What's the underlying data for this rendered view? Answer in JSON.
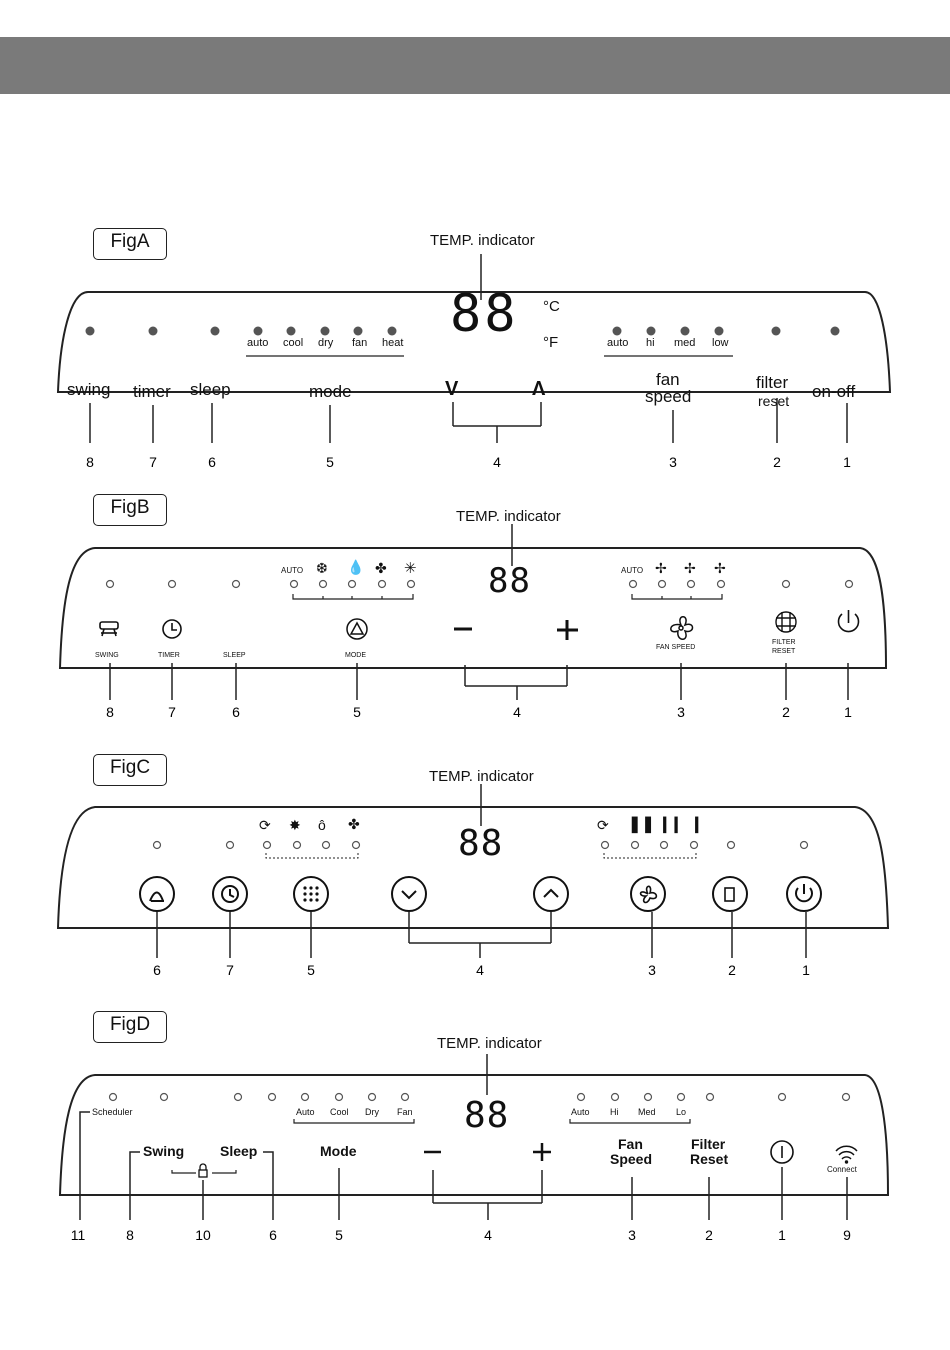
{
  "temp_indicator": "TEMP. indicator",
  "digits": "88",
  "figA": {
    "label": "FigA",
    "units": [
      "°C",
      "°F"
    ],
    "mode_leds": [
      "auto",
      "cool",
      "dry",
      "fan",
      "heat"
    ],
    "fan_leds": [
      "auto",
      "hi",
      "med",
      "low"
    ],
    "buttons": {
      "swing": "swing",
      "timer": "timer",
      "sleep": "sleep",
      "mode": "mode",
      "temp_down": "V",
      "temp_up": "Λ",
      "fan_1": "fan",
      "fan_2": "speed",
      "filter_1": "filter",
      "filter_2": "reset",
      "onoff": "on-off"
    },
    "numbers": [
      "8",
      "7",
      "6",
      "5",
      "4",
      "3",
      "2",
      "1"
    ]
  },
  "figB": {
    "label": "FigB",
    "mode_auto": "AUTO",
    "fan_auto": "AUTO",
    "mode_icons": [
      "snowflake-icon",
      "drop-icon",
      "fan-icon",
      "sun-icon"
    ],
    "fan_icons": [
      "fan-high-icon",
      "fan-medium-icon",
      "fan-low-icon"
    ],
    "button_labels": {
      "swing": "SWING",
      "timer": "TIMER",
      "sleep": "SLEEP",
      "mode": "MODE",
      "fan_speed": "FAN SPEED",
      "filter_1": "FILTER",
      "filter_2": "RESET"
    },
    "numbers": [
      "8",
      "7",
      "6",
      "5",
      "4",
      "3",
      "2",
      "1"
    ]
  },
  "figC": {
    "label": "FigC",
    "mode_icons": [
      "auto-cycle-icon",
      "sun-icon",
      "drop-icon",
      "fan-icon"
    ],
    "fan_icons": [
      "auto-cycle-icon",
      "three-bars-icon",
      "two-bars-icon",
      "one-bar-icon"
    ],
    "numbers": [
      "6",
      "7",
      "5",
      "4",
      "3",
      "2",
      "1"
    ]
  },
  "figD": {
    "label": "FigD",
    "scheduler": "Scheduler",
    "mode_leds": [
      "Auto",
      "Cool",
      "Dry",
      "Fan"
    ],
    "fan_leds": [
      "Auto",
      "Hi",
      "Med",
      "Lo"
    ],
    "buttons": {
      "swing": "Swing",
      "sleep": "Sleep",
      "mode": "Mode",
      "minus": "−",
      "plus": "+",
      "fan_1": "Fan",
      "fan_2": "Speed",
      "filter_1": "Filter",
      "filter_2": "Reset",
      "connect": "Connect"
    },
    "numbers": [
      "11",
      "8",
      "10",
      "6",
      "5",
      "4",
      "3",
      "2",
      "1",
      "9"
    ]
  }
}
